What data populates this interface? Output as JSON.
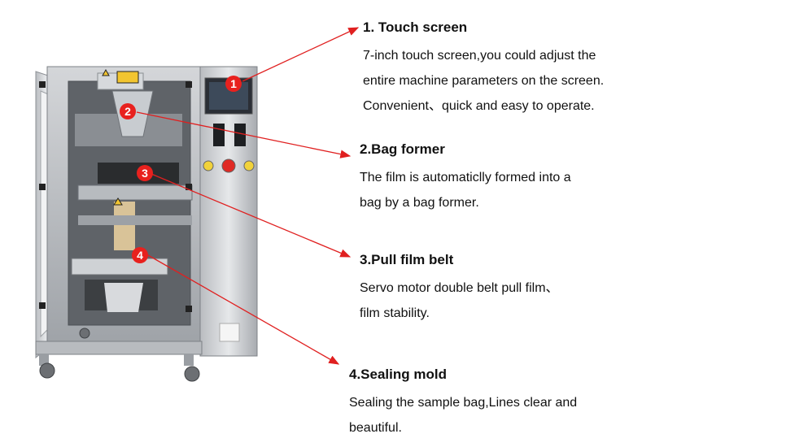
{
  "machine": {
    "markers": [
      "1",
      "2",
      "3",
      "4"
    ]
  },
  "features": [
    {
      "number": "1",
      "title": ". Touch screen",
      "lines": [
        "7-inch touch screen,you could adjust the",
        "entire machine parameters on the screen.",
        "Convenient、quick and easy to operate."
      ]
    },
    {
      "title": "2.Bag former",
      "lines": [
        "The film is automaticlly formed into a",
        "bag by a bag former."
      ]
    },
    {
      "title": "3.Pull film belt",
      "lines": [
        "Servo motor double belt pull film、",
        "film stability."
      ]
    },
    {
      "title": "4.Sealing mold",
      "lines": [
        "Sealing the sample bag,Lines clear and",
        "beautiful."
      ]
    }
  ],
  "colors": {
    "accent": "#e02020",
    "marker": "#e8211e"
  }
}
